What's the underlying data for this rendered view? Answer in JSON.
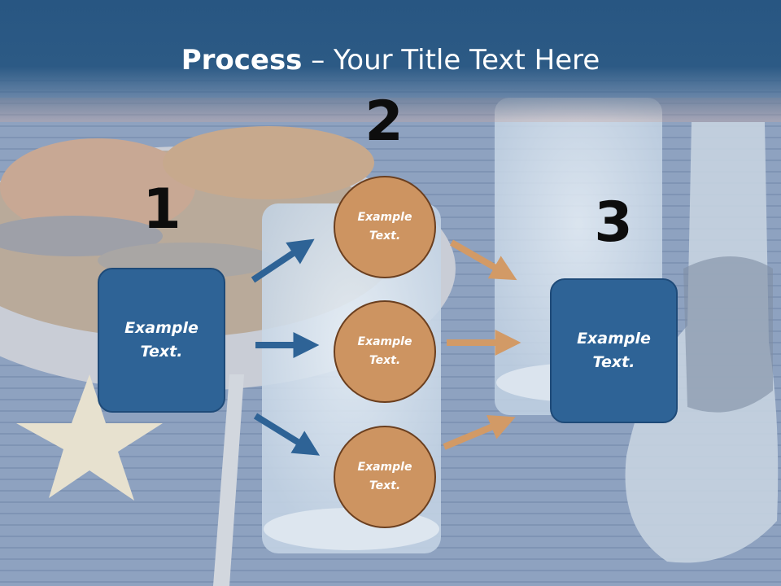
{
  "title": {
    "bold": "Process",
    "rest": " – Your Title Text Here"
  },
  "steps": {
    "one": "1",
    "two": "2",
    "three": "3"
  },
  "left_box": {
    "line1": "Example",
    "line2": "Text."
  },
  "right_box": {
    "line1": "Example",
    "line2": "Text."
  },
  "circles": [
    {
      "line1": "Example",
      "line2": "Text."
    },
    {
      "line1": "Example",
      "line2": "Text."
    },
    {
      "line1": "Example",
      "line2": "Text."
    }
  ],
  "colors": {
    "header": "#285682",
    "box_fill": "#2e6396",
    "circle_fill": "#cd9461",
    "blue_arrow": "#2e6396",
    "orange_arrow": "#d29a66"
  }
}
